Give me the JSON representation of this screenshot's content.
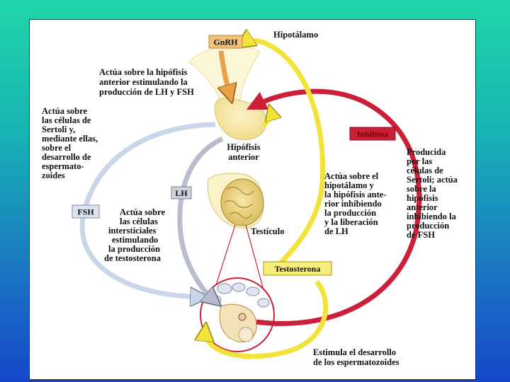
{
  "colors": {
    "background_top": "#1fd6a8",
    "background_bottom": "#1546c9",
    "yellow_pathway": "#f2e23a",
    "red_pathway": "#cc1f3a",
    "blue_pathway": "#c9d6ea",
    "gray_pathway": "#b9bccd",
    "orange_pathway": "#e9a24a"
  },
  "labels": {
    "hipotalamo": "Hipotálamo",
    "gnrh": "GnRH",
    "gnrh_action": [
      "Actúa sobre la hipófisis",
      "anterior estimulando la",
      "producción de LH y FSH"
    ],
    "fsh_action": [
      "Actúa sobre",
      "las células de",
      "Sertoli y,",
      "mediante ellas,",
      "sobre el",
      "desarrollo de",
      "espermato-",
      "zoides"
    ],
    "hipofisis": [
      "Hipófisis",
      "anterior"
    ],
    "inhibina": "Inhibina",
    "inhibina_action": [
      "Producida",
      "por las",
      "células de",
      "Sertoli; actúa",
      "sobre la",
      "hipófisis",
      "anterior",
      "inhibiendo la",
      "producción",
      "de FSH"
    ],
    "lh": "LH",
    "fsh": "FSH",
    "lh_action": [
      "Actúa sobre",
      "las células",
      "intersticiales",
      "estimulando",
      "la producción",
      "de testosterona"
    ],
    "testosterone_action": [
      "Actúa sobre el",
      "hipotálamo y",
      "la hipófisis ante-",
      "rior inhibiendo",
      "la producción",
      "y la liberación",
      "de LH"
    ],
    "testiculo": "Testículo",
    "testosterona": "Testosterona",
    "sperm_action": [
      "Estimula el desarrollo",
      "de los espermatozoides"
    ]
  }
}
